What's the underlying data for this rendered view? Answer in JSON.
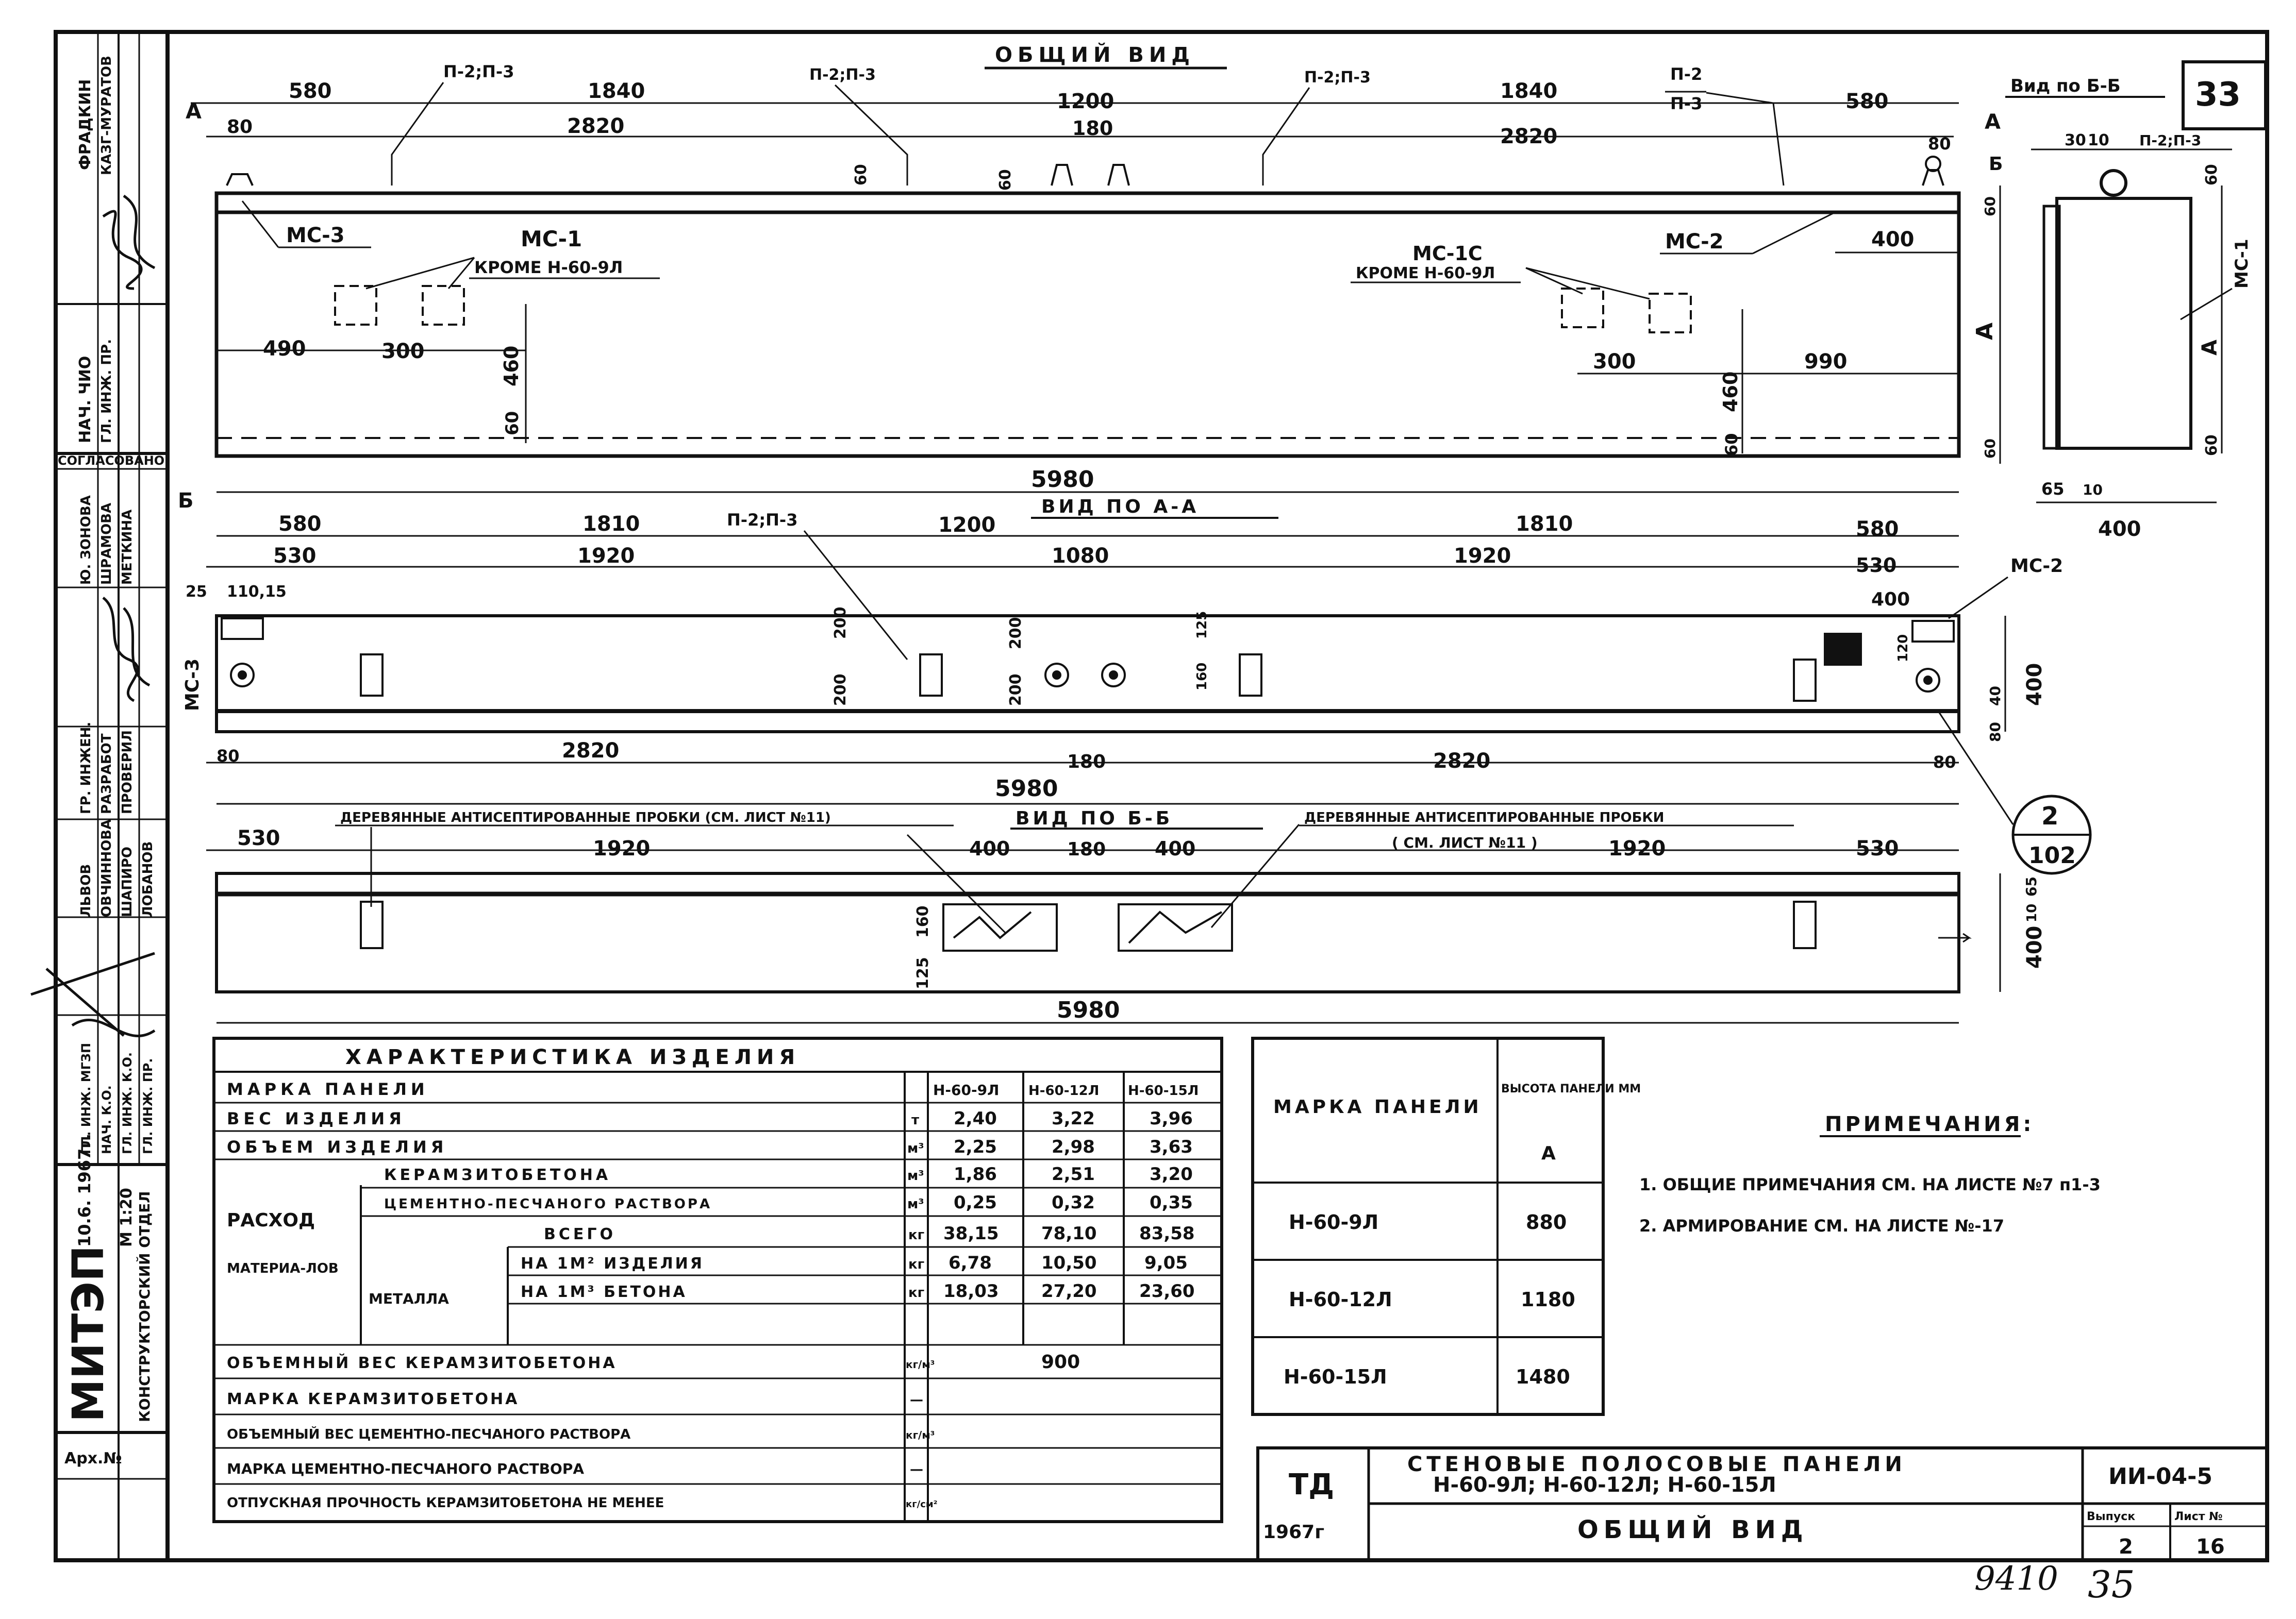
{
  "header": {
    "title": "ОБЩИЙ ВИД",
    "sheet_number": "33",
    "view_b_title": "Вид по Б-Б"
  },
  "top_view": {
    "dims_top": [
      "580",
      "1840",
      "1200",
      "1840",
      "580"
    ],
    "dims_mid": [
      "80",
      "2820",
      "180",
      "2820",
      "80"
    ],
    "p_tags": [
      "П-2;П-3",
      "П-2;П-3",
      "П-2;П-3",
      "П-2",
      "П-3"
    ],
    "small_60_a": "60",
    "small_60_b": "60",
    "small_80": "80",
    "mc3": "МС-3",
    "mc1": "МС-1",
    "mc1_except": "КРОМЕ Н-60-9Л",
    "mc1c": "МС-1С",
    "mc1c_except": "КРОМЕ Н-60-9Л",
    "mc2": "МС-2",
    "d400": "400",
    "d490": "490",
    "d300a": "300",
    "d460a": "460",
    "d60a": "60",
    "d300b": "300",
    "d460b": "460",
    "d990": "990",
    "d60b": "60",
    "length": "5980",
    "marker_a": "А",
    "marker_b": "Б",
    "a_dim": "А",
    "d60_side_top": "60",
    "d60_side_bottom": "60"
  },
  "side_view": {
    "p_tag": "П-2;П-3",
    "mc1": "МС-1",
    "a_label": "А",
    "d60_top": "60",
    "d60_bottom": "60",
    "d30": "30",
    "d10a": "10",
    "d65": "65",
    "d10b": "10",
    "d400": "400"
  },
  "view_a": {
    "title": "ВИД ПО А-А",
    "dims_top1": [
      "580",
      "1810",
      "1200",
      "1810",
      "580"
    ],
    "dims_top2": [
      "530",
      "1920",
      "1080",
      "1920",
      "530"
    ],
    "p_tag": "П-2;П-3",
    "mc2": "МС-2",
    "mc3": "МС-3",
    "d25": "25",
    "d110": "110,15",
    "d400a": "400",
    "d200a": "200",
    "d200b": "200",
    "d200c": "200",
    "d200d": "200",
    "d125": "125",
    "d160": "160",
    "d120": "120",
    "d400h": "400",
    "d40": "40",
    "d80r": "80",
    "d80": "80",
    "d2820a": "2820",
    "d180": "180",
    "d2820b": "2820",
    "d80b": "80",
    "length": "5980",
    "callout_num": "2",
    "callout_den": "102"
  },
  "view_b": {
    "title": "ВИД ПО Б-Б",
    "plugs_left": "ДЕРЕВЯННЫЕ АНТИСЕПТИРОВАННЫЕ ПРОБКИ (СМ. ЛИСТ №11)",
    "plugs_right": "ДЕРЕВЯННЫЕ АНТИСЕПТИРОВАННЫЕ ПРОБКИ",
    "plugs_right2": "( СМ. ЛИСТ №11 )",
    "dims": [
      "530",
      "1920",
      "400",
      "180",
      "400",
      "1920",
      "530"
    ],
    "d125": "125",
    "d160": "160",
    "d65": "65",
    "d10": "10",
    "d400": "400",
    "length": "5980"
  },
  "char_table": {
    "title": "ХАРАКТЕРИСТИКА ИЗДЕЛИЯ",
    "col_headers": [
      "Н-60-9Л",
      "Н-60-12Л",
      "Н-60-15Л"
    ],
    "rows": [
      {
        "label": "МАРКА ПАНЕЛИ",
        "unit": "",
        "v1": "",
        "v2": "",
        "v3": ""
      },
      {
        "label": "ВЕС ИЗДЕЛИЯ",
        "unit": "т",
        "v1": "2,40",
        "v2": "3,22",
        "v3": "3,96"
      },
      {
        "label": "ОБЪЕМ ИЗДЕЛИЯ",
        "unit": "м³",
        "v1": "2,25",
        "v2": "2,98",
        "v3": "3,63"
      },
      {
        "label": "КЕРАМЗИТОБЕТОНА",
        "unit": "м³",
        "v1": "1,86",
        "v2": "2,51",
        "v3": "3,20"
      },
      {
        "label": "ЦЕМЕНТНО-ПЕСЧАНОГО РАСТВОРА",
        "unit": "м³",
        "v1": "0,25",
        "v2": "0,32",
        "v3": "0,35"
      },
      {
        "label": "ВСЕГО",
        "unit": "кг",
        "v1": "38,15",
        "v2": "78,10",
        "v3": "83,58"
      },
      {
        "label": "НА 1М² ИЗДЕЛИЯ",
        "unit": "кг",
        "v1": "6,78",
        "v2": "10,50",
        "v3": "9,05"
      },
      {
        "label": "НА 1М³ БЕТОНА",
        "unit": "кг",
        "v1": "18,03",
        "v2": "27,20",
        "v3": "23,60"
      },
      {
        "label": "ОБЪЕМНЫЙ ВЕС КЕРАМЗИТОБЕТОНА",
        "unit": "кг/м³",
        "v1": "900",
        "v2": "",
        "v3": ""
      },
      {
        "label": "МАРКА КЕРАМЗИТОБЕТОНА",
        "unit": "—",
        "v1": "",
        "v2": "",
        "v3": ""
      },
      {
        "label": "ОБЪЕМНЫЙ ВЕС ЦЕМЕНТНО-ПЕСЧАНОГО РАСТВОРА",
        "unit": "кг/м³",
        "v1": "",
        "v2": "",
        "v3": ""
      },
      {
        "label": "МАРКА ЦЕМЕНТНО-ПЕСЧАНОГО РАСТВОРА",
        "unit": "—",
        "v1": "",
        "v2": "",
        "v3": ""
      },
      {
        "label": "ОТПУСКНАЯ ПРОЧНОСТЬ КЕРАМЗИТОБЕТОНА НЕ МЕНЕЕ",
        "unit": "кг/см²",
        "v1": "",
        "v2": "",
        "v3": ""
      }
    ],
    "group_rashod": "РАСХОД",
    "group_materialov": "МАТЕРИА-ЛОВ",
    "group_metalla": "МЕТАЛЛА"
  },
  "height_table": {
    "h1": "МАРКА ПАНЕЛИ",
    "h2": "ВЫСОТА ПАНЕЛИ ММ",
    "h2a": "А",
    "rows": [
      {
        "mark": "Н-60-9Л",
        "height": "880"
      },
      {
        "mark": "Н-60-12Л",
        "height": "1180"
      },
      {
        "mark": "Н-60-15Л",
        "height": "1480"
      }
    ]
  },
  "notes": {
    "title": "ПРИМЕЧАНИЯ:",
    "items": [
      "1. ОБЩИЕ ПРИМЕЧАНИЯ СМ. НА ЛИСТЕ №7 п1-3",
      "2. АРМИРОВАНИЕ СМ. НА ЛИСТЕ №-17"
    ]
  },
  "title_block": {
    "td": "ТД",
    "year": "1967г",
    "title1": "СТЕНОВЫЕ ПОЛОСОВЫЕ ПАНЕЛИ",
    "title2": "Н-60-9Л; Н-60-12Л; Н-60-15Л",
    "view": "ОБЩИЙ ВИД",
    "code": "ИИ-04-5",
    "issue_label": "Выпуск",
    "issue": "2",
    "sheet_label": "Лист №",
    "sheet": "16",
    "bottom_a": "9410",
    "bottom_b": "35"
  },
  "left_strip": {
    "org": "МИТЭП",
    "dept": "КОНСТРУКТОРСКИЙ ОТДЕЛ",
    "date": "10.6. 1967г.",
    "scale": "М 1:20",
    "arch": "Арх.№",
    "roles": [
      "ГЛ. ИНЖ. МГЗП",
      "НАЧ. К.О.",
      "ГЛ. ИНЖ. К.О.",
      "ГЛ. ИНЖ. ПР."
    ],
    "agreed": "СОГЛАСОВАНО",
    "names": [
      "ФРАДКИН",
      "КАЗГ-МУРАТОВ",
      "НАЧ. ЧИО",
      "ГЛ. ИНЖ. ПР.",
      "Ю. ЗОНОВА",
      "ШРАМОВА",
      "МЕТКИНА",
      "ГР. ИНЖЕН.",
      "РАЗРАБОТ",
      "ПРОВЕРИЛ",
      "ЛЬВОВ",
      "ОВЧИННОВА",
      "ШАПИРО",
      "ЛОБАНОВ"
    ]
  }
}
